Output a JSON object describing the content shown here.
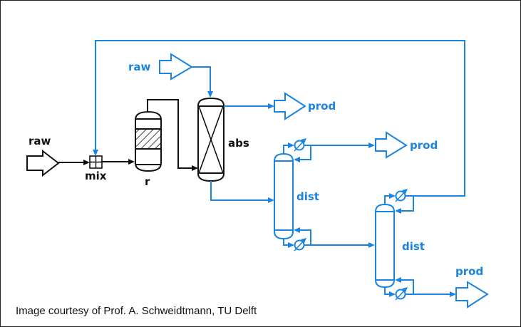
{
  "diagram": {
    "type": "process-flowsheet",
    "colors": {
      "original_process": "#111111",
      "added_units": "#1a84e0"
    },
    "units": [
      {
        "id": "raw1",
        "label": "raw",
        "kind": "feed"
      },
      {
        "id": "mix",
        "label": "mix",
        "kind": "mixer"
      },
      {
        "id": "r",
        "label": "r",
        "kind": "reactor"
      },
      {
        "id": "raw2",
        "label": "raw",
        "kind": "feed"
      },
      {
        "id": "abs",
        "label": "abs",
        "kind": "absorber"
      },
      {
        "id": "prod1",
        "label": "prod",
        "kind": "product"
      },
      {
        "id": "dist1",
        "label": "dist",
        "kind": "distillation-column"
      },
      {
        "id": "prod2",
        "label": "prod",
        "kind": "product"
      },
      {
        "id": "dist2",
        "label": "dist",
        "kind": "distillation-column"
      },
      {
        "id": "prod3",
        "label": "prod",
        "kind": "product"
      }
    ],
    "streams": [
      [
        "raw1",
        "mix"
      ],
      [
        "mix",
        "r"
      ],
      [
        "r",
        "abs"
      ],
      [
        "raw2",
        "abs"
      ],
      [
        "abs",
        "prod1"
      ],
      [
        "abs",
        "dist1"
      ],
      [
        "dist1",
        "prod2"
      ],
      [
        "dist1",
        "dist2"
      ],
      [
        "dist2",
        "mix"
      ],
      [
        "dist2",
        "prod3"
      ]
    ]
  },
  "caption": "Image courtesy of Prof. A. Schweidtmann, TU Delft"
}
